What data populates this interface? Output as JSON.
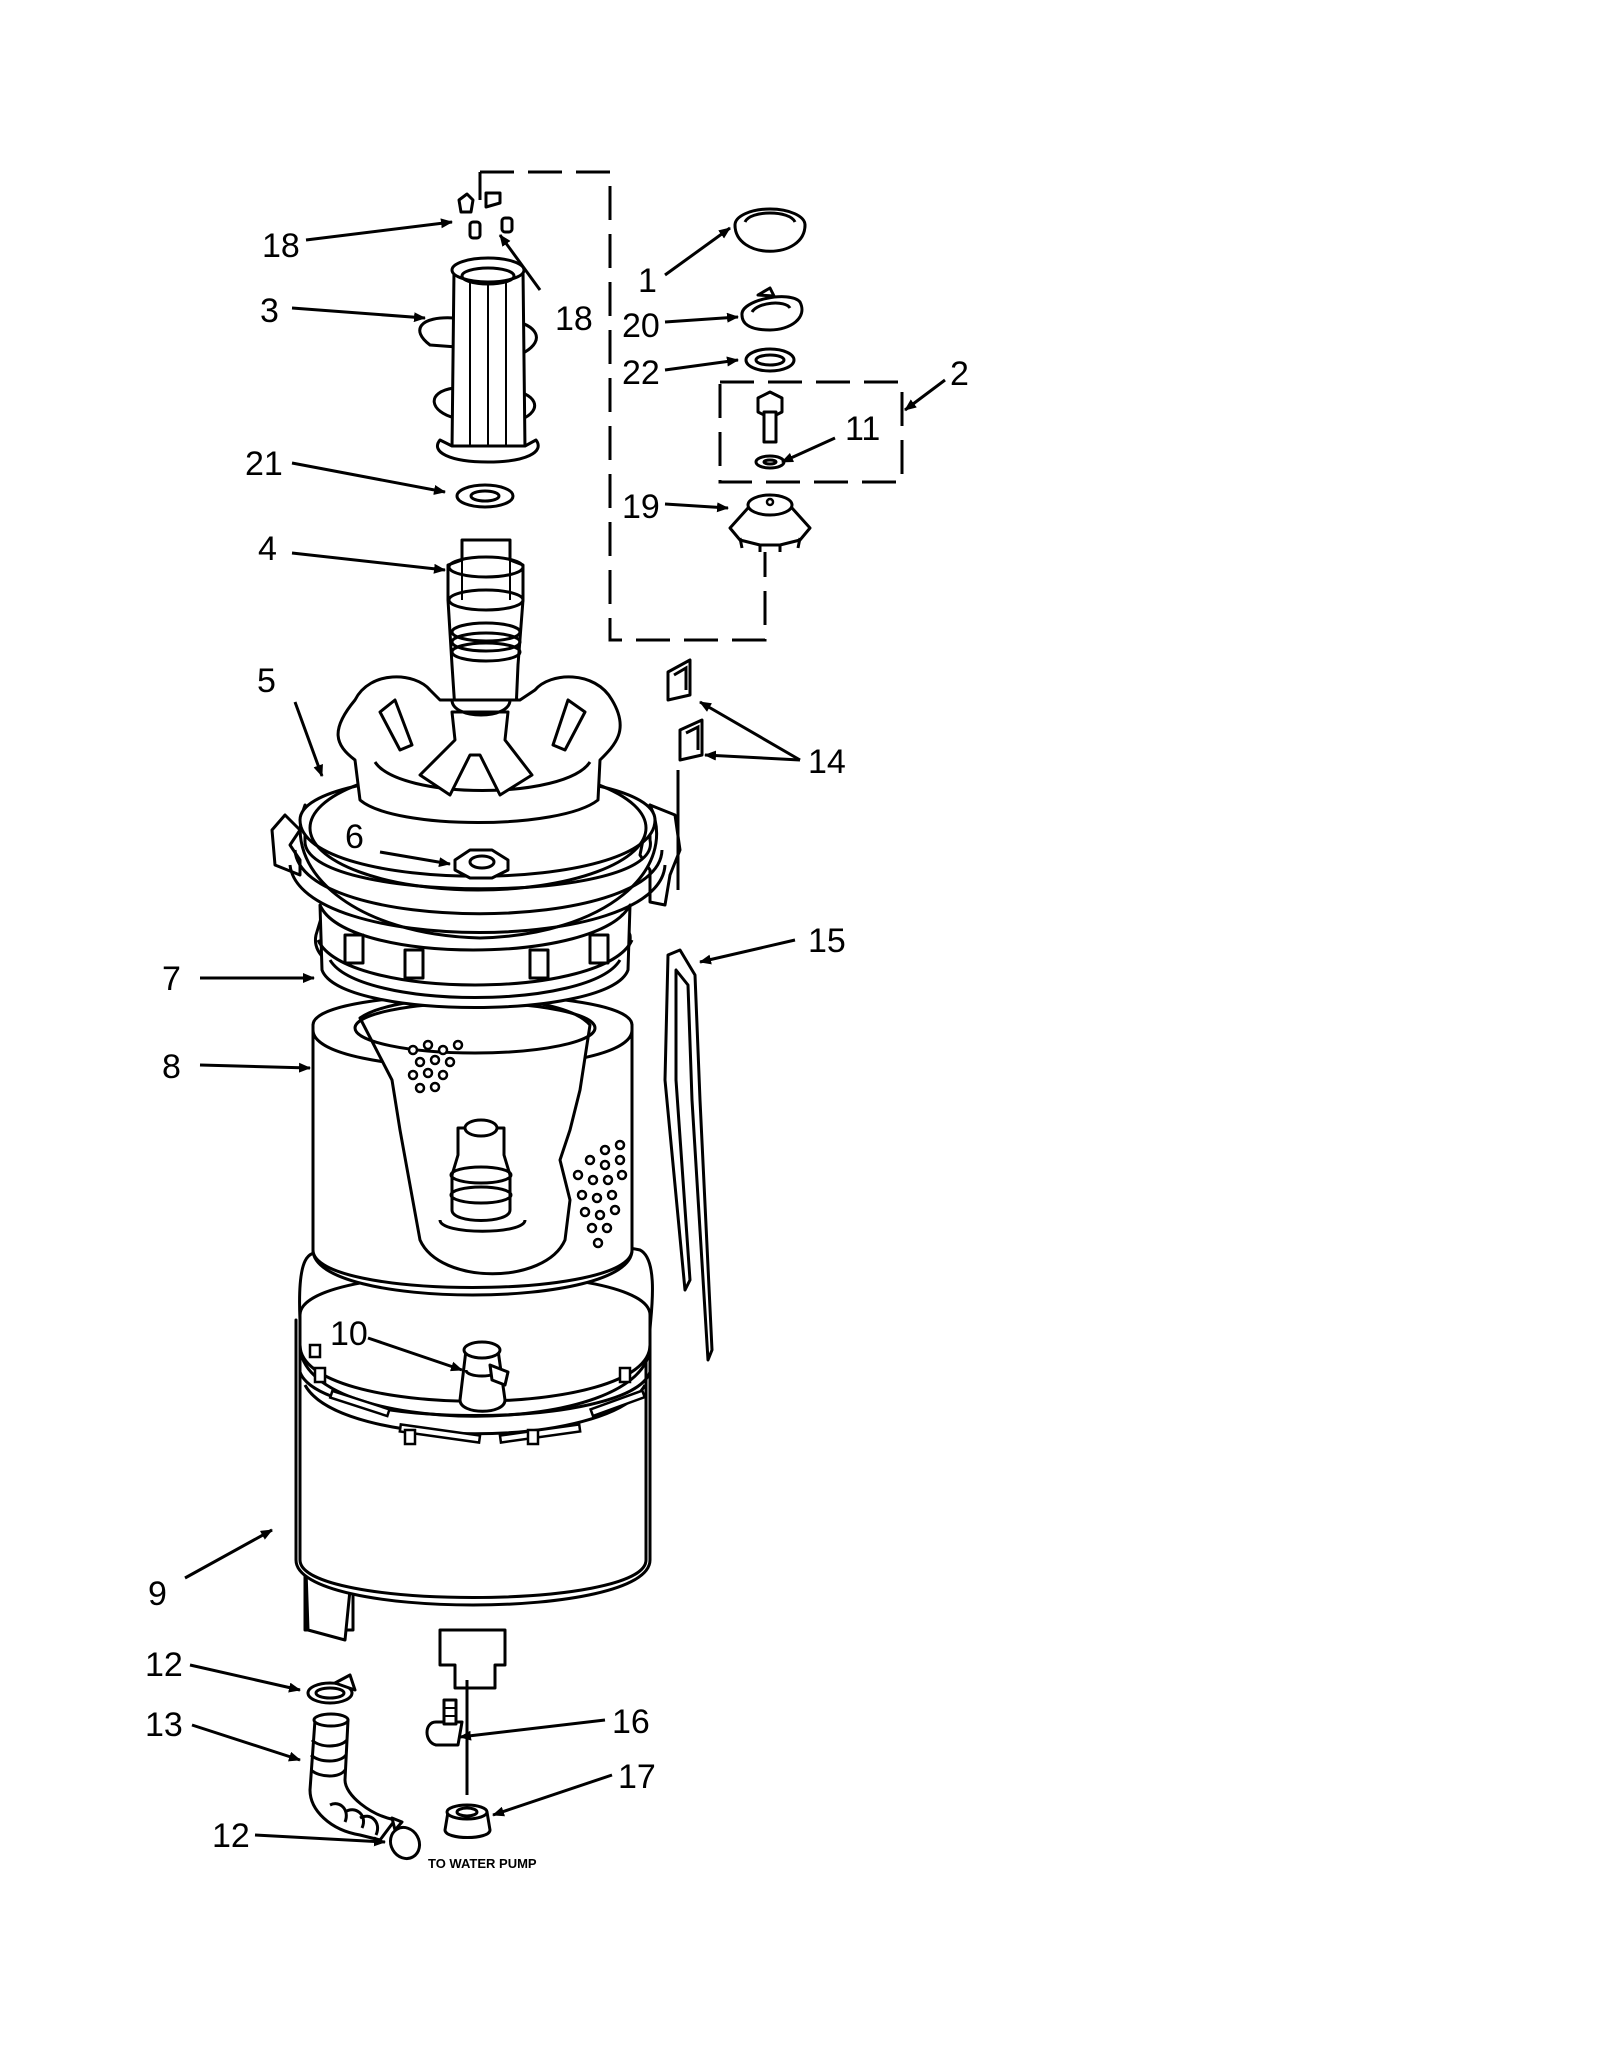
{
  "colors": {
    "line": "#000000",
    "background": "#ffffff"
  },
  "callouts": {
    "c1": "1",
    "c2": "2",
    "c3": "3",
    "c4": "4",
    "c5": "5",
    "c6": "6",
    "c7": "7",
    "c8": "8",
    "c9": "9",
    "c10": "10",
    "c11": "11",
    "c12_top": "12",
    "c12_bottom": "12",
    "c13": "13",
    "c14": "14",
    "c15": "15",
    "c16": "16",
    "c17": "17",
    "c18_left": "18",
    "c18_right": "18",
    "c19": "19",
    "c20": "20",
    "c21": "21",
    "c22": "22"
  },
  "notes": {
    "to_water_pump": "TO WATER PUMP"
  }
}
